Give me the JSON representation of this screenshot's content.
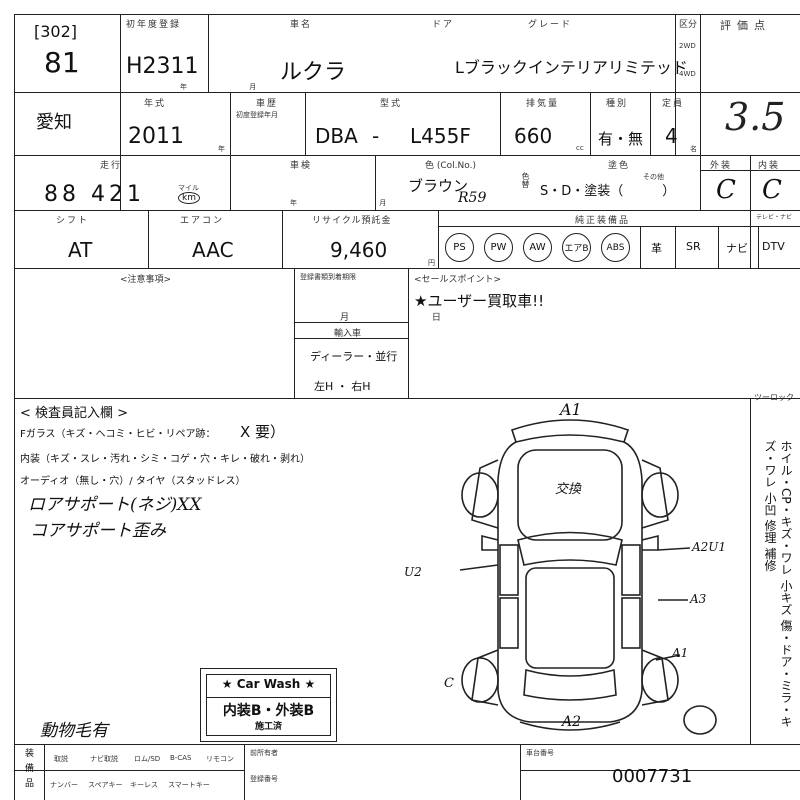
{
  "header": {
    "lot_code": "[302]",
    "lot_number": "81",
    "first_reg_label": "初年度登録",
    "first_reg": "H2311",
    "first_reg_unit": "年 月",
    "car_name_label": "車名",
    "door_label": "ドア",
    "car_name": "ルクラ",
    "grade_label": "グレード",
    "grade": "Lブラックインテリアリミテッド",
    "drive_label": "区分",
    "drive_2wd": "2WD",
    "drive_4wd": "4WD",
    "eval_label": "評価点",
    "eval_score": "3.5"
  },
  "row2": {
    "region": "愛知",
    "year_label": "年式",
    "year": "2011",
    "year_unit": "年",
    "inspection_label": "車歴",
    "inspection_sub": "初度登録年月",
    "model_label": "型式",
    "model_prefix": "DBA",
    "model_dash": "-",
    "model_code": "L455F",
    "displacement_label": "排気量",
    "displacement": "660",
    "cc": "cc",
    "license_label": "種別",
    "license": "有・無",
    "capacity_label": "定員",
    "capacity": "4",
    "capacity_unit": "名"
  },
  "row3": {
    "mileage_label": "走行",
    "mileage": "88 421",
    "mile_unit": "マイル",
    "km_unit": "km",
    "shaken_label": "車検",
    "shaken_unit": "年 月",
    "color_label": "色 (Col.No.)",
    "color": "ブラウン",
    "color_code": "R59",
    "color_change": "色替",
    "paint_label": "塗色",
    "paint": "S・D・塗装（　　　）",
    "paint_other": "その他",
    "exterior_label": "外装",
    "exterior": "C",
    "interior_label": "内装",
    "interior": "C"
  },
  "row4": {
    "shift_label": "シフト",
    "shift": "AT",
    "ac_label": "エアコン",
    "ac": "AAC",
    "recycle_label": "リサイクル預託金",
    "recycle": "9,460",
    "yen": "円",
    "equip_label": "純正装備品",
    "equip_circled": [
      "PS",
      "PW",
      "AW",
      "エアB",
      "ABS"
    ],
    "equip_plain": [
      "革",
      "SR",
      "ナビ",
      "DTV"
    ],
    "tv_label": "テレビ・ナビ"
  },
  "notes": {
    "caution_label": "<注意事項>",
    "deadline_label": "登録書類到着期限",
    "deadline_unit": "月 日",
    "import_label": "輸入車",
    "import_value": "ディーラー・並行",
    "handle_value": "左H ・ 右H",
    "sales_label": "<セールスポイント>",
    "sales_point": "★ユーザー買取車!!"
  },
  "inspector": {
    "title": "< 検査員記入欄 >",
    "glass": "Fガラス（キズ・ヘコミ・ヒビ・リペア跡：",
    "glass_mark": "X 要）",
    "interior_line": "内装（キズ・スレ・汚れ・シミ・コゲ・穴・キレ・破れ・剥れ）",
    "audio_line": "オーディオ（無し・穴）/ タイヤ（スタッドレス）",
    "note1": "ロアサポート(ネジ)XX",
    "note2": "コアサポート歪み",
    "note3": "動物毛有"
  },
  "diagram": {
    "tool_label": "ツーロック",
    "marks": [
      "A1",
      "A2",
      "A2U1",
      "A3",
      "A1",
      "U2",
      "C",
      "交換"
    ],
    "legend": "ホイル・CP・キズ・ワレ 小キズ 傷・ドア・ミラ・キズ・ワレ 小凹 修理 補修"
  },
  "carwash": {
    "title": "★ Car Wash ★",
    "body": "内装B・外装B",
    "done": "施工済"
  },
  "footer": {
    "prev_owner_label": "前所有者",
    "items_top": [
      "取説",
      "ナビ取説",
      "ロム/SD",
      "B-CAS",
      "リモコン"
    ],
    "items_bottom": [
      "ナンバー",
      "スペアキー",
      "キーレス",
      "スマートキー"
    ],
    "number_label": "登録番号",
    "chassis_label": "車台番号",
    "chassis": "0007731",
    "side_label": "装備品"
  }
}
